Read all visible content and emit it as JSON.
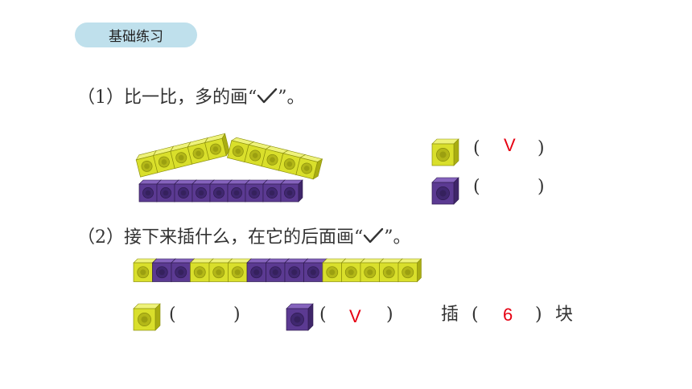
{
  "header": {
    "badge": "基础练习"
  },
  "q1": {
    "text_prefix": "（1）比一比，多的画“",
    "text_suffix": "”。",
    "answers": {
      "yellow": "V",
      "purple": ""
    }
  },
  "q2": {
    "text_prefix": "（2）接下来插什么，在它的后面画“",
    "text_suffix": "”。",
    "answers": {
      "yellow": "",
      "purple": "V"
    },
    "insert_prefix": "插",
    "insert_count": "6",
    "insert_suffix": "块"
  },
  "symbols": {
    "open_paren": "(",
    "close_paren": ")"
  },
  "colors": {
    "yellow": "#d9df2b",
    "purple": "#5b3a92",
    "answer": "#e60012",
    "badge_bg": "#bfe0ec"
  },
  "cubes": {
    "q1_top_left": [
      "yellow",
      "yellow",
      "yellow",
      "yellow",
      "yellow"
    ],
    "q1_top_right": [
      "yellow",
      "yellow",
      "yellow",
      "yellow",
      "yellow"
    ],
    "q1_bottom": [
      "purple",
      "purple",
      "purple",
      "purple",
      "purple",
      "purple",
      "purple",
      "purple",
      "purple"
    ],
    "q2_row": [
      "yellow",
      "purple",
      "purple",
      "yellow",
      "yellow",
      "yellow",
      "purple",
      "purple",
      "purple",
      "purple",
      "yellow",
      "yellow",
      "yellow",
      "yellow",
      "yellow"
    ]
  }
}
